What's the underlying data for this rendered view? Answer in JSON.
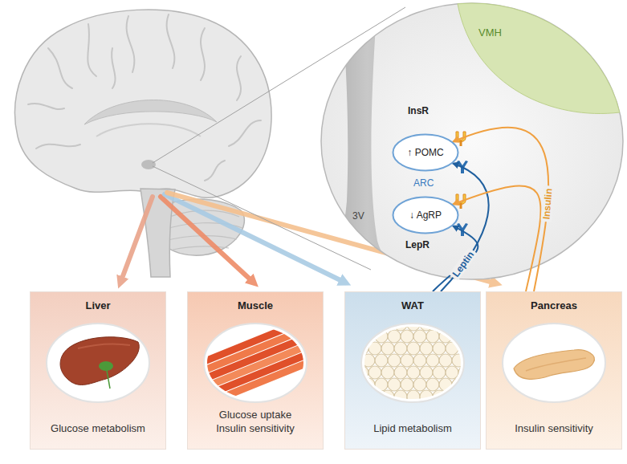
{
  "diagram": {
    "nodes": [
      {
        "text": [
          "VMH"
        ]
      },
      {
        "text": [
          "↑ POMC"
        ]
      },
      {
        "text": [
          "↓ AgRP"
        ]
      },
      {
        "text": [
          "Liver",
          "Glucose metabolism"
        ]
      },
      {
        "text": [
          "Muscle",
          "Glucose uptake Insulin sensitivity"
        ]
      },
      {
        "text": [
          "WAT",
          "Lipid metabolism"
        ]
      },
      {
        "text": [
          "Pancreas",
          "Insulin sensitivity"
        ]
      }
    ],
    "edges": [
      {
        "from": 5,
        "to": 1,
        "arrow": "to",
        "label": "Leptin"
      },
      {
        "from": 5,
        "to": 2,
        "arrow": "to"
      },
      {
        "from": 6,
        "to": 1,
        "arrow": "to",
        "label": "Insulin"
      },
      {
        "from": 6,
        "to": 2,
        "arrow": "to"
      }
    ],
    "labels": [
      "InsR",
      "ARC",
      "3V",
      "LepR"
    ]
  }
}
